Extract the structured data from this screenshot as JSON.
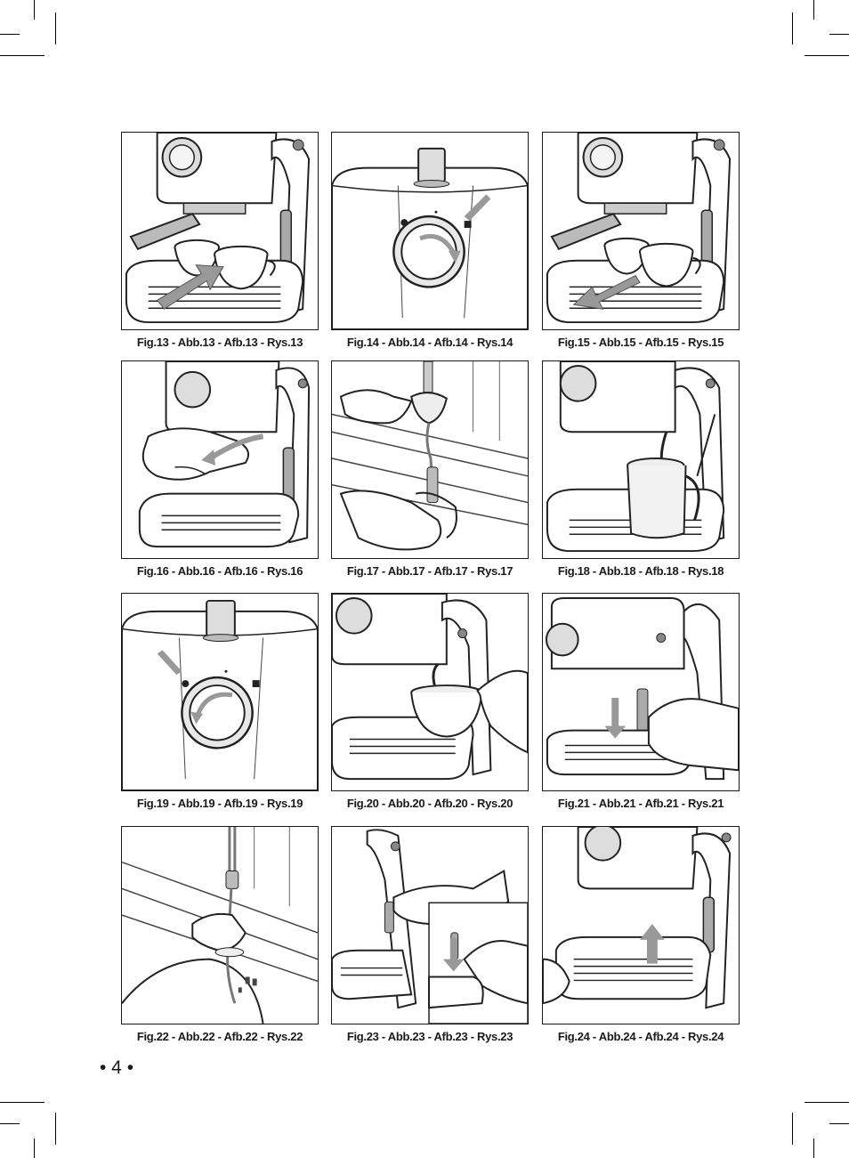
{
  "page_number": "• 4 •",
  "figures": [
    {
      "caption": "Fig.13 - Abb.13 - Afb.13 - Rys.13",
      "scene": "cups-placed"
    },
    {
      "caption": "Fig.14 - Abb.14 - Afb.14 - Rys.14",
      "scene": "knob-turn"
    },
    {
      "caption": "Fig.15 - Abb.15 - Afb.15 - Rys.15",
      "scene": "cups-removed"
    },
    {
      "caption": "Fig.16 - Abb.16 - Afb.16 - Rys.16",
      "scene": "remove-filter-holder"
    },
    {
      "caption": "Fig.17 - Abb.17 - Afb.17 - Rys.17",
      "scene": "rinse-filter"
    },
    {
      "caption": "Fig.18 - Abb.18 - Afb.18 - Rys.18",
      "scene": "milk-jug"
    },
    {
      "caption": "Fig.19 - Abb.19 - Afb.19 - Rys.19",
      "scene": "knob-turn-steam"
    },
    {
      "caption": "Fig.20 - Abb.20 - Afb.20 - Rys.20",
      "scene": "froth-cup"
    },
    {
      "caption": "Fig.21 - Abb.21 - Afb.21 - Rys.21",
      "scene": "remove-nozzle"
    },
    {
      "caption": "Fig.22 - Abb.22 - Afb.22 - Rys.22",
      "scene": "wash-nozzle"
    },
    {
      "caption": "Fig.23 - Abb.23 - Afb.23 - Rys.23",
      "scene": "refit-nozzle"
    },
    {
      "caption": "Fig.24 - Abb.24 - Afb.24 - Rys.24",
      "scene": "lift-drip-tray"
    }
  ]
}
